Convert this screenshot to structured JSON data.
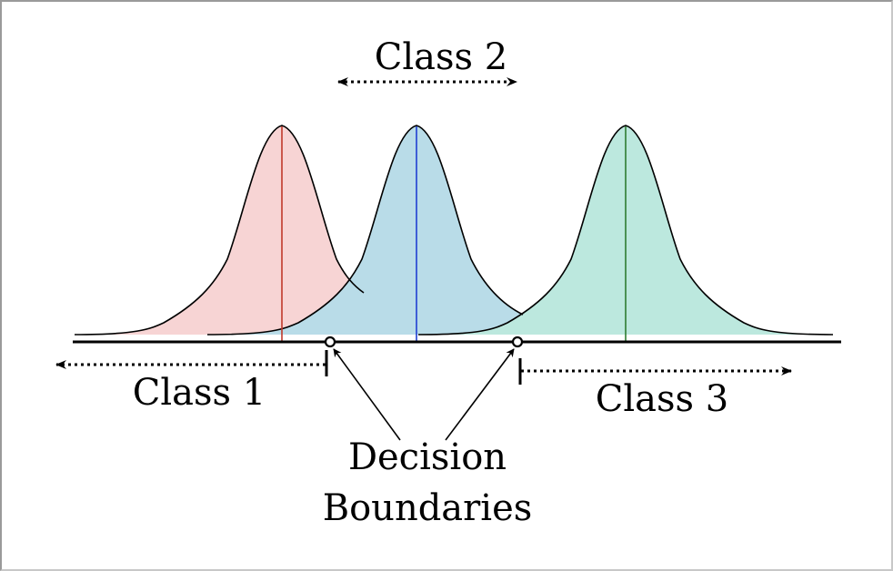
{
  "labels": {
    "class1": "Class 1",
    "class2": "Class 2",
    "class3": "Class 3",
    "decision_line1": "Decision",
    "decision_line2": "Boundaries"
  },
  "curves": [
    {
      "name": "class-1-distribution",
      "fill": "#f7d4d4",
      "mean_line": "#c0392b"
    },
    {
      "name": "class-2-distribution",
      "fill": "#b9dce8",
      "mean_line": "#1f3fd1"
    },
    {
      "name": "class-3-distribution",
      "fill": "#bce8de",
      "mean_line": "#2e7d32"
    }
  ]
}
